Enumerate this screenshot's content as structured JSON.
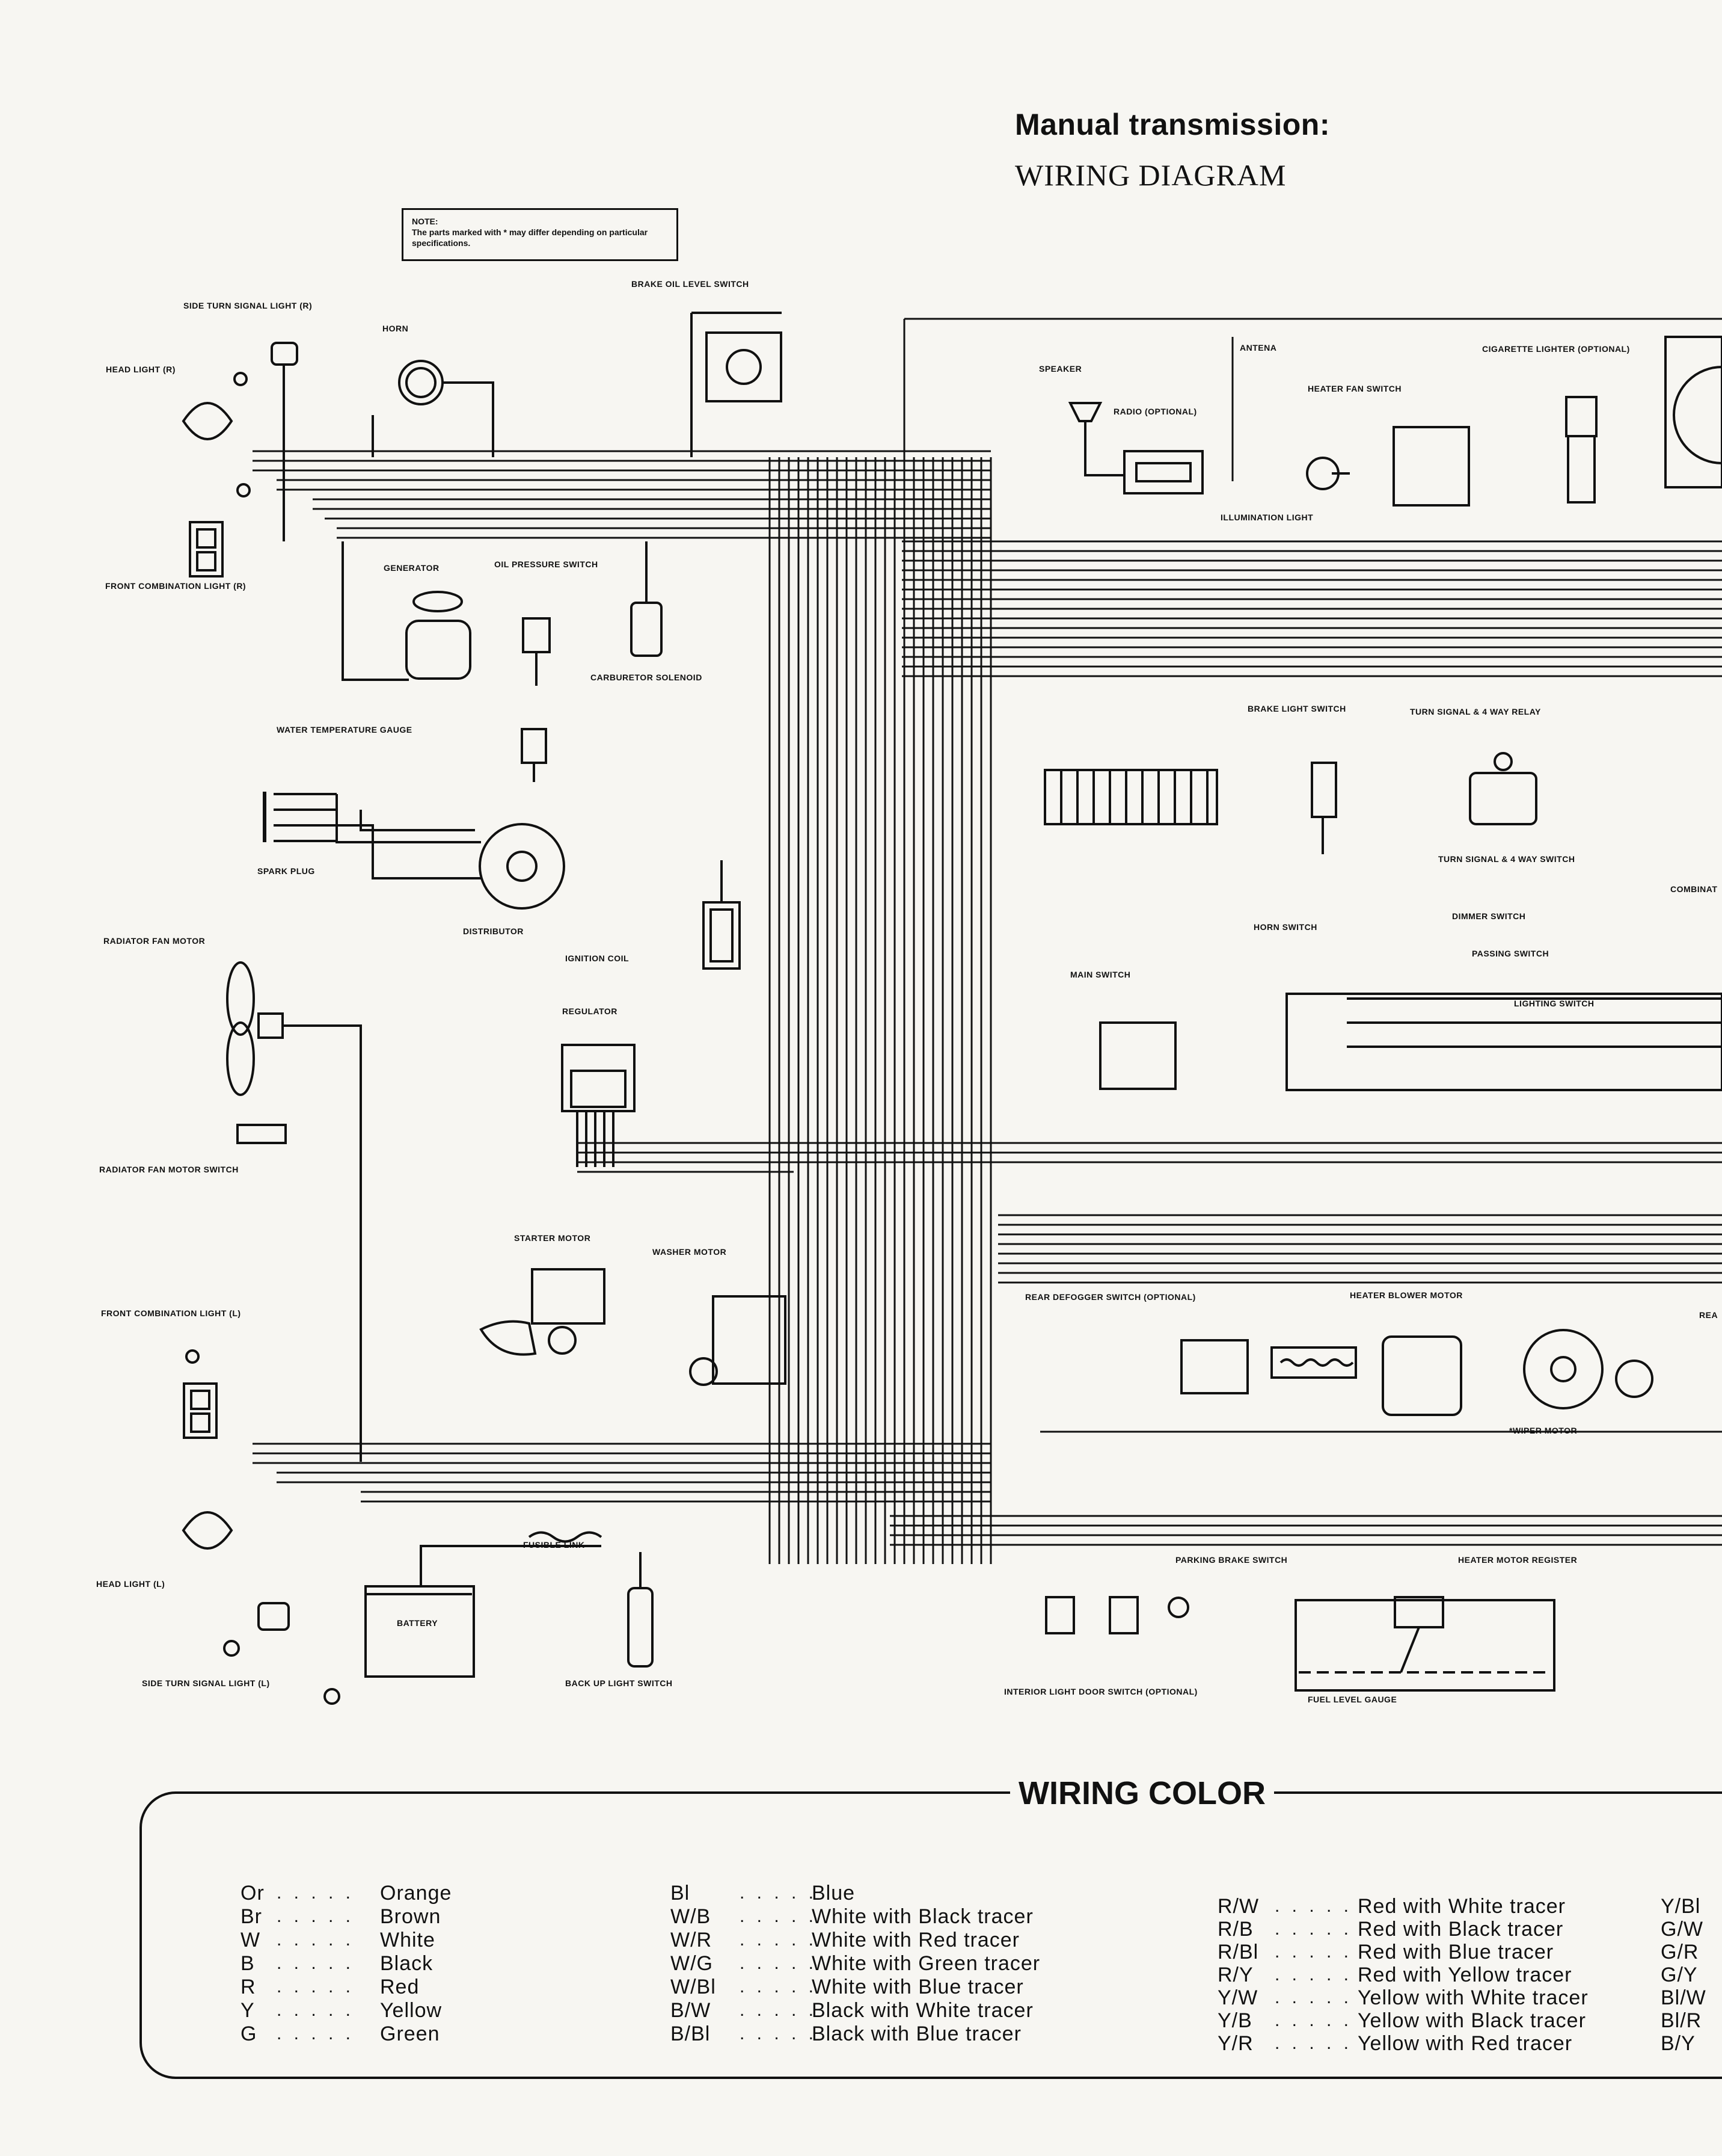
{
  "header": {
    "title": "Manual transmission:",
    "subtitle": "WIRING DIAGRAM"
  },
  "note": {
    "heading": "NOTE:",
    "text": "The parts marked with * may differ depending on particular specifications."
  },
  "components": {
    "side_turn_signal_light_r": "SIDE TURN SIGNAL LIGHT (R)",
    "horn": "HORN",
    "brake_oil_level_switch": "BRAKE OIL LEVEL SWITCH",
    "head_light_r": "HEAD LIGHT (R)",
    "front_combination_light_r": "FRONT COMBINATION LIGHT (R)",
    "generator": "GENERATOR",
    "oil_pressure_switch": "OIL PRESSURE SWITCH",
    "carburetor_solenoid": "CARBURETOR SOLENOID",
    "water_temperature_gauge": "WATER TEMPERATURE GAUGE",
    "spark_plug": "SPARK PLUG",
    "distributor": "DISTRIBUTOR",
    "ignition_coil": "IGNITION COIL",
    "radiator_fan_motor": "RADIATOR FAN MOTOR",
    "regulator": "REGULATOR",
    "radiator_fan_motor_switch": "RADIATOR FAN MOTOR SWITCH",
    "starter_motor": "STARTER MOTOR",
    "washer_motor": "WASHER MOTOR",
    "front_combination_light_l": "FRONT COMBINATION LIGHT (L)",
    "head_light_l": "HEAD LIGHT (L)",
    "fusible_link": "FUSIBLE LINK",
    "battery": "BATTERY",
    "side_turn_signal_light_l": "SIDE TURN SIGNAL LIGHT (L)",
    "back_up_light_switch": "BACK UP LIGHT SWITCH",
    "speaker": "SPEAKER",
    "antena": "ANTENA",
    "radio": "RADIO (OPTIONAL)",
    "heater_fan_switch": "HEATER FAN SWITCH",
    "cigarette_lighter": "CIGARETTE LIGHTER (OPTIONAL)",
    "illumination_light": "ILLUMINATION LIGHT",
    "brake_light_switch": "BRAKE LIGHT SWITCH",
    "turn_signal_relay": "TURN SIGNAL & 4 WAY RELAY",
    "turn_signal_switch": "TURN SIGNAL & 4 WAY SWITCH",
    "combination": "COMBINAT",
    "horn_switch": "HORN SWITCH",
    "dimmer_switch": "DIMMER SWITCH",
    "passing_switch": "PASSING SWITCH",
    "lighting_switch": "LIGHTING SWITCH",
    "main_switch": "MAIN SWITCH",
    "rear_defogger_switch": "REAR DEFOGGER SWITCH (OPTIONAL)",
    "heater_blower_motor": "HEATER BLOWER MOTOR",
    "wiper_motor": "*WIPER MOTOR",
    "rea": "REA",
    "parking_brake_switch": "PARKING BRAKE SWITCH",
    "heater_motor_register": "HEATER MOTOR REGISTER",
    "interior_light_door_switch": "INTERIOR LIGHT DOOR SWITCH (OPTIONAL)",
    "fuel_level_gauge": "FUEL LEVEL GAUGE"
  },
  "wiring_color": {
    "title": "WIRING COLOR",
    "dots": ". . . . .",
    "col1": [
      {
        "code": "Or",
        "name": "Orange"
      },
      {
        "code": "Br",
        "name": "Brown"
      },
      {
        "code": "W",
        "name": "White"
      },
      {
        "code": "B",
        "name": "Black"
      },
      {
        "code": "R",
        "name": "Red"
      },
      {
        "code": "Y",
        "name": "Yellow"
      },
      {
        "code": "G",
        "name": "Green"
      }
    ],
    "col2": [
      {
        "code": "Bl",
        "name": "Blue"
      },
      {
        "code": "W/B",
        "name": "White with Black tracer"
      },
      {
        "code": "W/R",
        "name": "White with Red tracer"
      },
      {
        "code": "W/G",
        "name": "White with Green tracer"
      },
      {
        "code": "W/Bl",
        "name": "White with Blue tracer"
      },
      {
        "code": "B/W",
        "name": "Black with White tracer"
      },
      {
        "code": "B/Bl",
        "name": "Black with Blue tracer"
      }
    ],
    "col3": [
      {
        "code": "R/W",
        "name": "Red with White tracer"
      },
      {
        "code": "R/B",
        "name": "Red with Black tracer"
      },
      {
        "code": "R/Bl",
        "name": "Red with Blue tracer"
      },
      {
        "code": "R/Y",
        "name": "Red with Yellow tracer"
      },
      {
        "code": "Y/W",
        "name": "Yellow with White tracer"
      },
      {
        "code": "Y/B",
        "name": "Yellow with Black tracer"
      },
      {
        "code": "Y/R",
        "name": "Yellow with Red tracer"
      }
    ],
    "col4": [
      "Y/Bl",
      "G/W",
      "G/R",
      "G/Y",
      "Bl/W",
      "Bl/R",
      "B/Y"
    ]
  }
}
